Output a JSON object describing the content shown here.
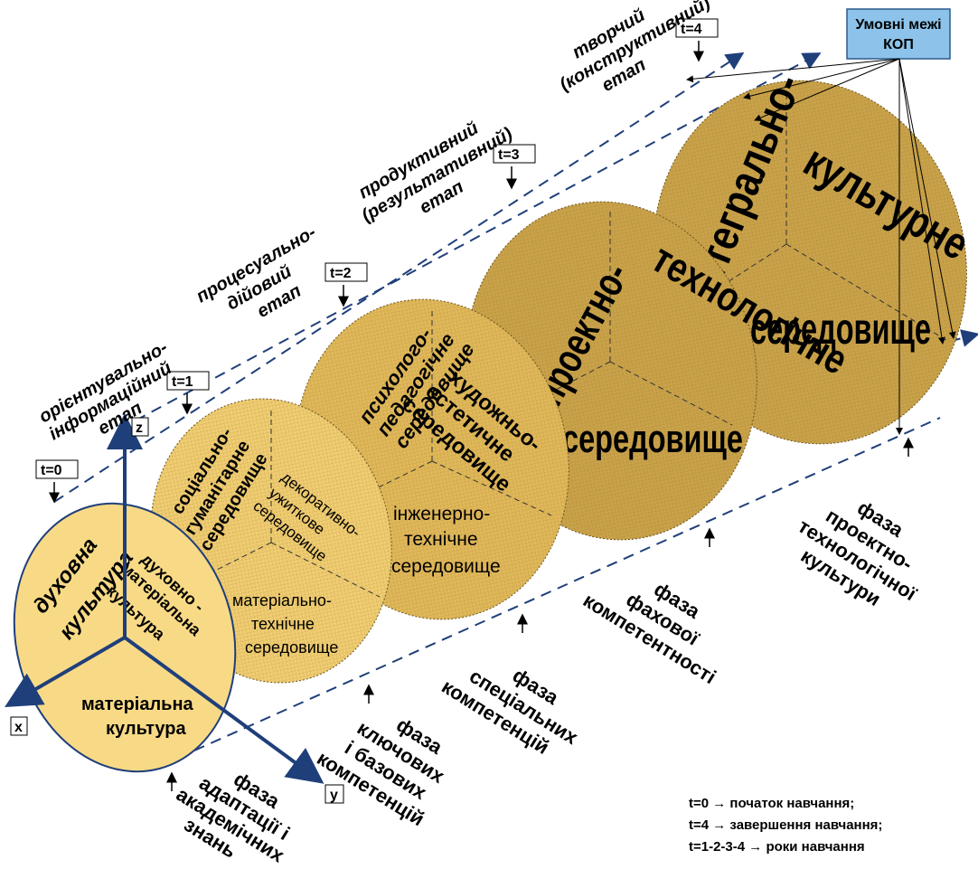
{
  "colors": {
    "ellipse_light": "#f6d27a",
    "ellipse_mid": "#e8bf55",
    "ellipse_dark": "#c9a24a",
    "axis": "#1f3f7a",
    "dashed_line": "#1f3f7a",
    "legend_box_fill": "#8dc3ea",
    "legend_box_border": "#2a5a8c"
  },
  "legend_box": {
    "line1": "Умовні межі",
    "line2": "КОП"
  },
  "axes": {
    "x": "x",
    "y": "y",
    "z": "z"
  },
  "time_markers": {
    "t0": "t=0",
    "t1": "t=1",
    "t2": "t=2",
    "t3": "t=3",
    "t4": "t=4"
  },
  "stages": {
    "s1": [
      "орієнтувально-",
      "інформаційний",
      "етап"
    ],
    "s2": [
      "процесуально-",
      "дійовий",
      "етап"
    ],
    "s3": [
      "продуктивний",
      "(результативний)",
      "етап"
    ],
    "s4": [
      "творчий",
      "(конструктивний)",
      "етап"
    ]
  },
  "ellipse0": {
    "spiritual": [
      "духовна",
      "культура"
    ],
    "spiritual_material": [
      "духовно -",
      "матеріальна",
      "культура"
    ],
    "material": [
      "матеріальна",
      "культура"
    ]
  },
  "ellipse1": {
    "social": [
      "соціально-",
      "гуманітарне",
      "середовище"
    ],
    "decorative": [
      "декоративно-",
      "ужиткове",
      "середовище"
    ],
    "technical": [
      "матеріально-",
      "технічне",
      "середовище"
    ]
  },
  "ellipse2": {
    "psych": [
      "психолого-",
      "педагогічне",
      "середовище"
    ],
    "art": [
      "художньо-",
      "естетичне",
      "середовище"
    ],
    "engineering": [
      "інженерно-",
      "технічне",
      "середовище"
    ]
  },
  "ellipse3": {
    "left": "проектно-",
    "right": "технологічне",
    "bottom": "середовище"
  },
  "ellipse4": {
    "left": "інтегрально-",
    "right": "культурне",
    "bottom": "середовище"
  },
  "phases": {
    "p0": [
      "фаза",
      "адаптації і",
      "академічних",
      "знань"
    ],
    "p1": [
      "фаза",
      "ключових",
      "і базових",
      "компетенцій"
    ],
    "p2": [
      "фаза",
      "спеціальних",
      "компетенцій"
    ],
    "p3": [
      "фаза",
      "фахової",
      "компетентності"
    ],
    "p4": [
      "фаза",
      "проектно-",
      "технологічної",
      "культури"
    ]
  },
  "footnote": {
    "line1": "t=0 → початок навчання;",
    "line2": "t=4 → завершення навчання;",
    "line3": "t=1-2-3-4 → роки навчання"
  }
}
